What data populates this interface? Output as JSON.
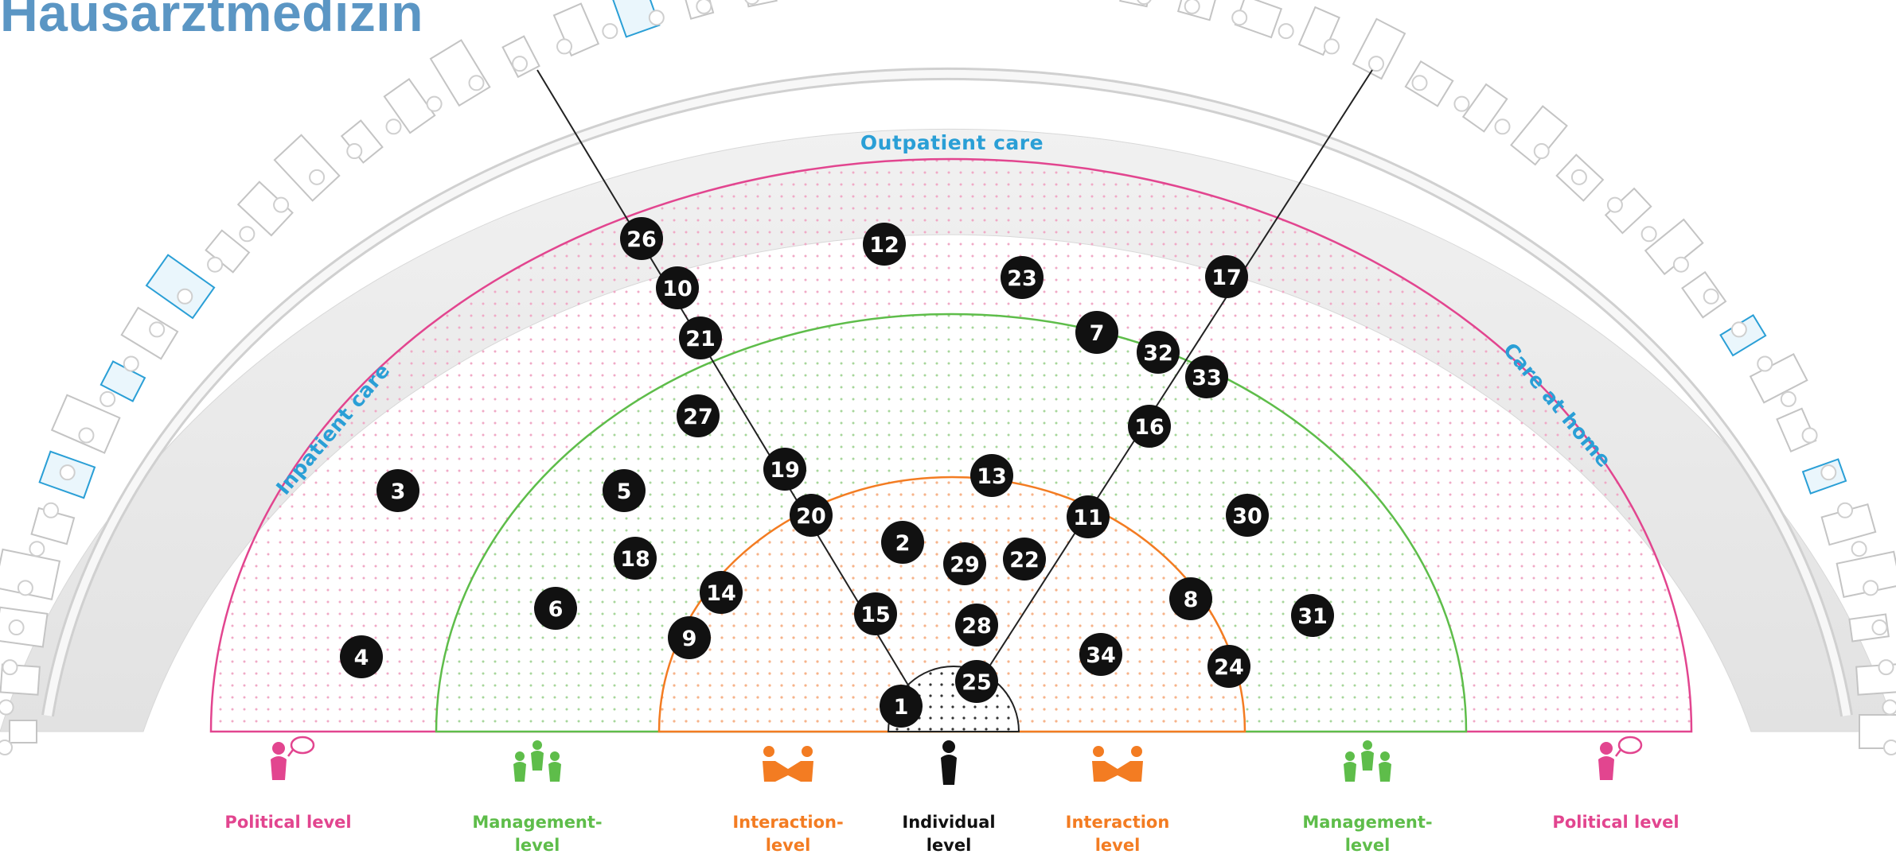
{
  "title": "Hausarztmedizin",
  "zones": {
    "outpatient": "Outpatient care",
    "inpatient": "Inpatient care",
    "home": "Care at home"
  },
  "colors": {
    "title": "#5b96c4",
    "political": "#e2458f",
    "management": "#5ebd4a",
    "interaction": "#f37c22",
    "individual": "#111111",
    "zone_label": "#2a9fd6"
  },
  "levels": [
    {
      "line1": "Political level",
      "line2": "",
      "color": "#e2458f",
      "icon": "person-speech-bubble-icon"
    },
    {
      "line1": "Management-",
      "line2": "level",
      "color": "#5ebd4a",
      "icon": "group-icon"
    },
    {
      "line1": "Interaction-",
      "line2": "level",
      "color": "#f37c22",
      "icon": "handshake-icon"
    },
    {
      "line1": "Individual",
      "line2": "level",
      "color": "#111111",
      "icon": "person-icon"
    },
    {
      "line1": "Interaction",
      "line2": "level",
      "color": "#f37c22",
      "icon": "handshake-icon"
    },
    {
      "line1": "Management-",
      "line2": "level",
      "color": "#5ebd4a",
      "icon": "group-icon"
    },
    {
      "line1": "Political level",
      "line2": "",
      "color": "#e2458f",
      "icon": "person-speech-bubble-icon"
    }
  ],
  "markers": [
    "1",
    "2",
    "3",
    "4",
    "5",
    "6",
    "7",
    "8",
    "9",
    "10",
    "11",
    "12",
    "13",
    "14",
    "15",
    "16",
    "17",
    "18",
    "19",
    "20",
    "21",
    "22",
    "23",
    "24",
    "25",
    "26",
    "27",
    "28",
    "29",
    "30",
    "31",
    "32",
    "33",
    "34"
  ]
}
